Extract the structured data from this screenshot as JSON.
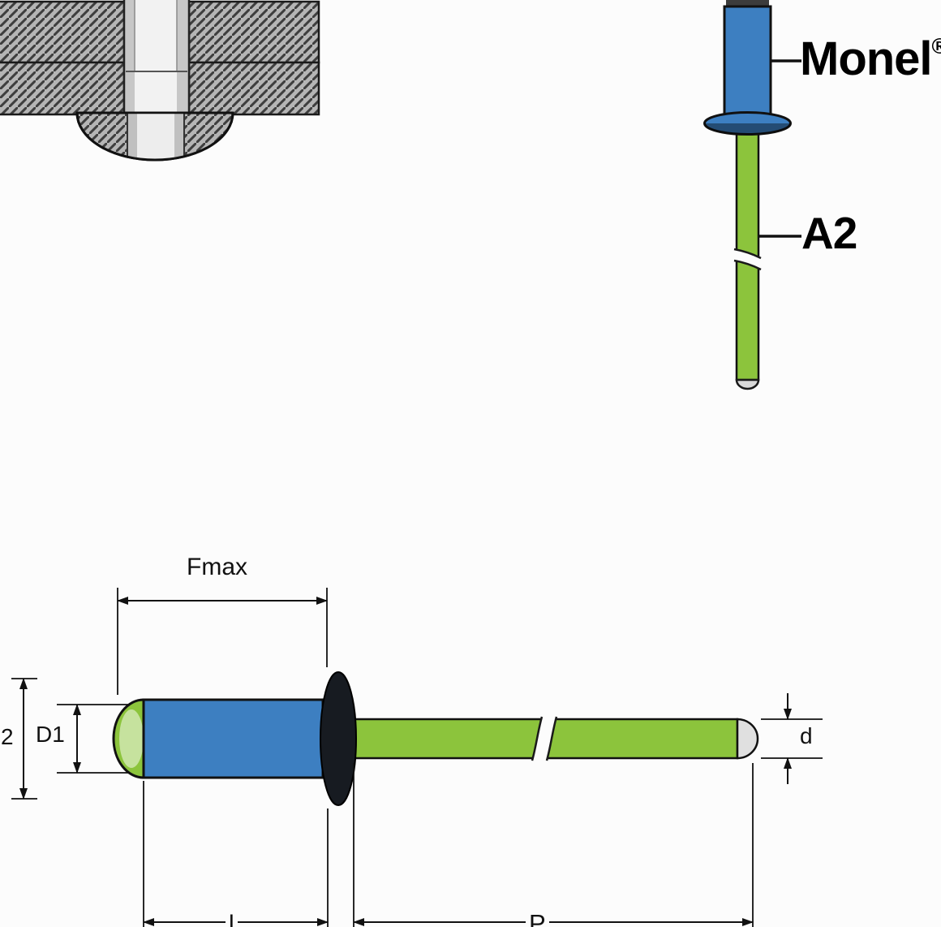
{
  "illustration": {
    "material_labels": {
      "body": "Monel",
      "body_reg": "®",
      "mandrel": "A2"
    }
  },
  "dimensions": {
    "fmax": "Fmax",
    "d1": "D1",
    "d2": "2",
    "d": "d",
    "l": "l",
    "p": "P"
  },
  "colors": {
    "body_blue": "#3d7fc1",
    "mandrel_green": "#8cc43c",
    "plate_gray": "#b5b5b5",
    "flange_dark": "#171b21",
    "outline": "#111111"
  }
}
